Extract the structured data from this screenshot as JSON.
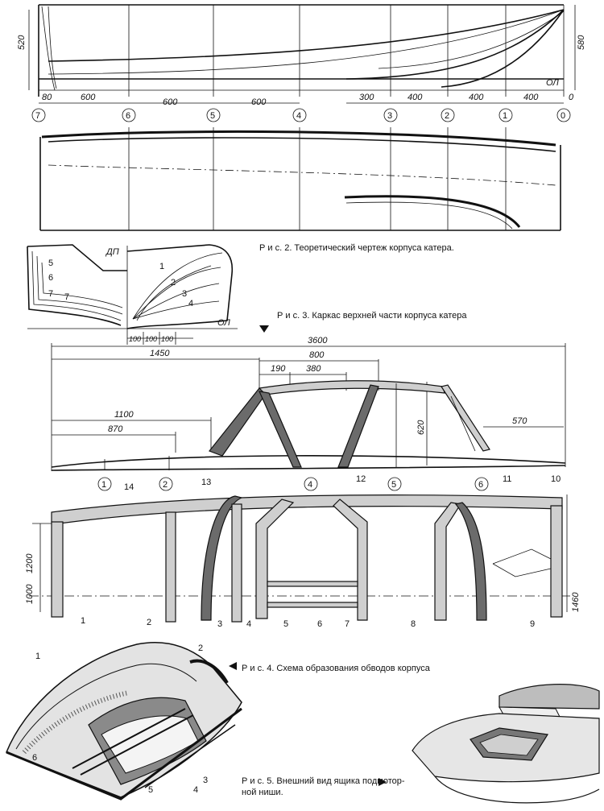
{
  "fig2": {
    "caption": "Р и с. 2. Теоретический чертеж корпуса катера.",
    "side_dims": [
      "520",
      "580"
    ],
    "baseline_label": "ОЛ",
    "zero_label": "0",
    "spacing": [
      "80",
      "600",
      "600",
      "600",
      "300",
      "400",
      "400",
      "400"
    ],
    "stations": [
      "7",
      "6",
      "5",
      "4",
      "3",
      "2",
      "1",
      "0"
    ],
    "body_plan": {
      "dp_label": "ДП",
      "ol_label": "ОЛ",
      "left_sections": [
        "5",
        "6",
        "7",
        "7"
      ],
      "right_sections": [
        "1",
        "2",
        "3",
        "4"
      ],
      "spacing": [
        "100",
        "100",
        "100"
      ]
    }
  },
  "fig3": {
    "caption": "Р и с. 3. Каркас верхней части корпуса катера",
    "dims": [
      "3600",
      "1450",
      "800",
      "190",
      "380",
      "1100",
      "870",
      "620",
      "570"
    ],
    "stations": [
      "1",
      "2",
      "4",
      "12",
      "5",
      "6",
      "11"
    ]
  },
  "fig4": {
    "caption": "Р и с. 4. Схема образования обводов корпуса",
    "dims": [
      "1200",
      "1000",
      "1460"
    ],
    "top_labels": [
      "14",
      "13",
      "10"
    ],
    "bottom_labels": [
      "1",
      "2",
      "3",
      "4",
      "5",
      "6",
      "7",
      "8",
      "9"
    ],
    "persp_labels": [
      "1",
      "2",
      "6",
      "5",
      "4",
      "3"
    ]
  },
  "fig5": {
    "caption_line1": "Р и с. 5. Внешний вид ящика подмотор-",
    "caption_line2": "ной ниши."
  }
}
